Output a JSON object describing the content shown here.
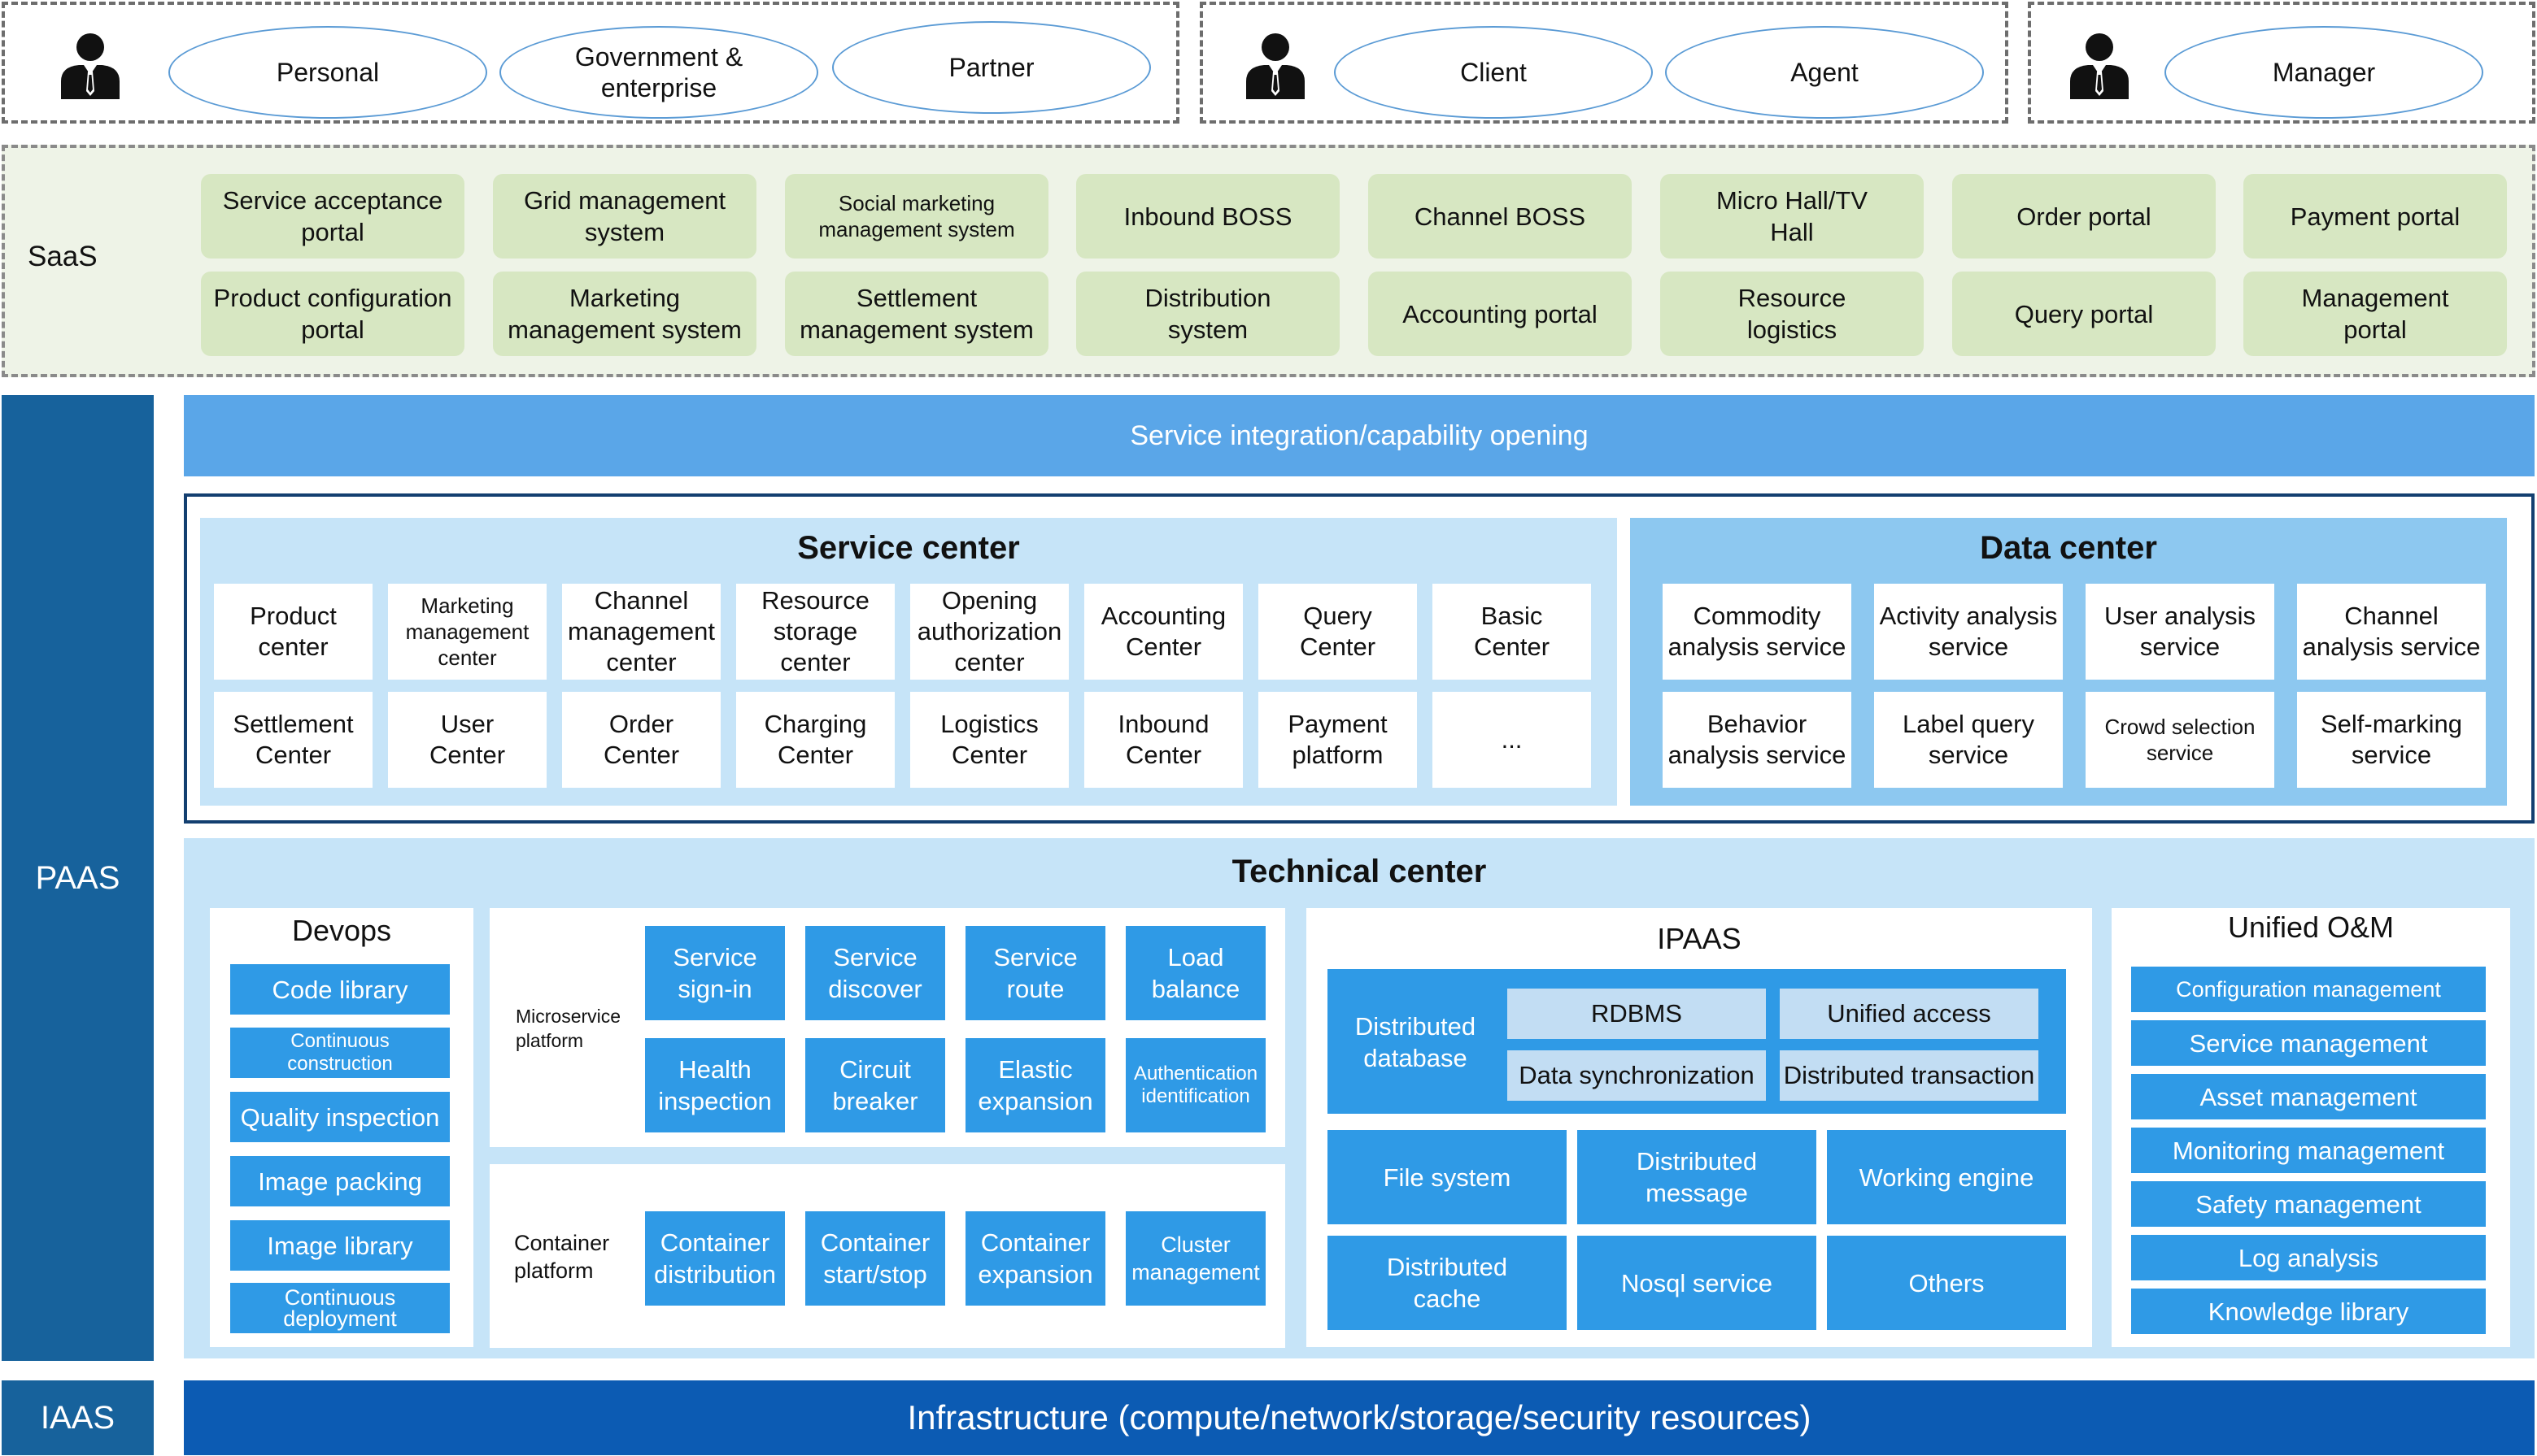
{
  "colors": {
    "dashed_border": "#6d6d6d",
    "role_ellipse_border": "#5b9bd5",
    "saas_cell": "#d7e7c2",
    "layer_label_bg": "#17629c",
    "integration_bar": "#5aa6e8",
    "service_center_bg": "#c6e4f8",
    "data_center_bg": "#8dc8f0",
    "blue_cell": "#2f9ae6",
    "infrastructure_bar": "#0c5bb3"
  },
  "users": {
    "group1": [
      "Personal",
      "Government & enterprise",
      "Partner"
    ],
    "group2": [
      "Client",
      "Agent"
    ],
    "group3": [
      "Manager"
    ],
    "icon": "person-with-tie-icon"
  },
  "saas": {
    "label": "SaaS",
    "row1": [
      "Service acceptance portal",
      "Grid management system",
      "Social marketing management system",
      "Inbound BOSS",
      "Channel BOSS",
      "Micro Hall/TV Hall",
      "Order portal",
      "Payment portal"
    ],
    "row2": [
      "Product configuration portal",
      "Marketing management system",
      "Settlement management system",
      "Distribution system",
      "Accounting portal",
      "Resource logistics",
      "Query portal",
      "Management portal"
    ]
  },
  "paas": {
    "label": "PAAS",
    "integration": "Service integration/capability opening",
    "service_center": {
      "title": "Service center",
      "row1": [
        "Product center",
        "Marketing management center",
        "Channel management center",
        "Resource storage center",
        "Opening authorization center",
        "Accounting Center",
        "Query Center",
        "Basic Center"
      ],
      "row2": [
        "Settlement Center",
        "User Center",
        "Order Center",
        "Charging Center",
        "Logistics Center",
        "Inbound Center",
        "Payment platform",
        "..."
      ]
    },
    "data_center": {
      "title": "Data center",
      "row1": [
        "Commodity analysis service",
        "Activity analysis service",
        "User analysis service",
        "Channel analysis service"
      ],
      "row2": [
        "Behavior analysis service",
        "Label query service",
        "Crowd selection service",
        "Self-marking service"
      ]
    },
    "technical_center": {
      "title": "Technical center",
      "devops": {
        "title": "Devops",
        "items": [
          "Code library",
          "Continuous construction",
          "Quality inspection",
          "Image packing",
          "Image library",
          "Continuous deployment"
        ]
      },
      "microservice": {
        "label": "Microservice platform",
        "row1": [
          "Service sign-in",
          "Service discover",
          "Service route",
          "Load balance"
        ],
        "row2": [
          "Health inspection",
          "Circuit breaker",
          "Elastic expansion",
          "Authentication identification"
        ]
      },
      "container": {
        "label": "Container platform",
        "items": [
          "Container distribution",
          "Container start/stop",
          "Container expansion",
          "Cluster management"
        ]
      },
      "ipaas": {
        "title": "IPAAS",
        "distributed_database": "Distributed database",
        "db_items": [
          "RDBMS",
          "Unified access",
          "Data synchronization",
          "Distributed transaction"
        ],
        "row1": [
          "File system",
          "Distributed message",
          "Working engine"
        ],
        "row2": [
          "Distributed cache",
          "Nosql service",
          "Others"
        ]
      },
      "om": {
        "title": "Unified O&M",
        "items": [
          "Configuration management",
          "Service management",
          "Asset management",
          "Monitoring management",
          "Safety management",
          "Log analysis",
          "Knowledge library"
        ]
      }
    }
  },
  "iaas": {
    "label": "IAAS",
    "infrastructure": "Infrastructure (compute/network/storage/security resources)"
  }
}
